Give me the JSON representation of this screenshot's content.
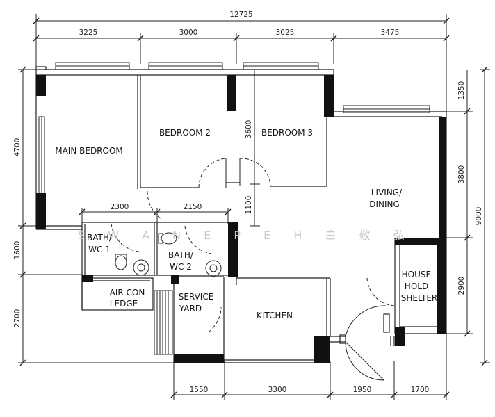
{
  "dimensions": {
    "overall_top": "12725",
    "top": [
      "3225",
      "3000",
      "3025",
      "3475"
    ],
    "overall_right": "9000",
    "right": [
      "1350",
      "3800",
      "2900"
    ],
    "left": [
      "4700",
      "1600",
      "2700"
    ],
    "bottom": [
      "1550",
      "3300",
      "1950",
      "1700"
    ],
    "bath_widths": [
      "2300",
      "2150"
    ],
    "interior_vertical": [
      "3600",
      "1100"
    ]
  },
  "rooms": {
    "main_bedroom": "MAIN BEDROOM",
    "bedroom_2": "BEDROOM 2",
    "bedroom_3": "BEDROOM 3",
    "living_dining": [
      "LIVING/",
      "DINING"
    ],
    "bath_wc_1": [
      "BATH/",
      "WC 1"
    ],
    "bath_wc_2": [
      "BATH/",
      "WC 2"
    ],
    "aircon_ledge": [
      "AIR-CON",
      "LEDGE"
    ],
    "service_yard": [
      "SERVICE",
      "YARD"
    ],
    "kitchen": "KITCHEN",
    "household_shelter": [
      "HOUSE-",
      "HOLD",
      "SHELTER"
    ]
  },
  "watermark": "S W A N E P E H   白 敬 弘"
}
